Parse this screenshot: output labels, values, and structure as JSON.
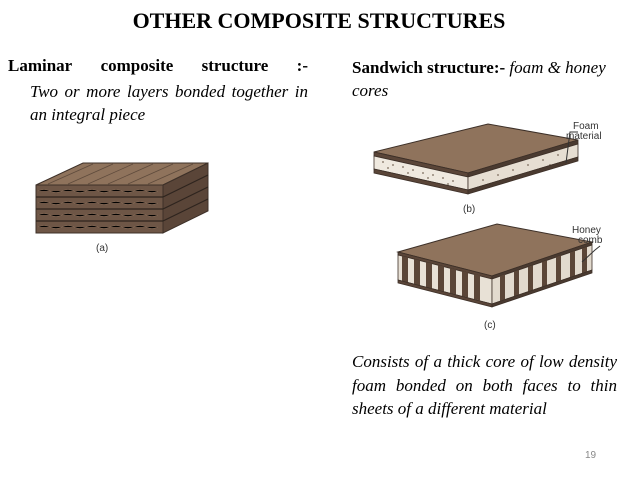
{
  "slide": {
    "title": "OTHER COMPOSITE STRUCTURES",
    "page_number": "19"
  },
  "left": {
    "heading_words": [
      "Laminar",
      "composite",
      "structure",
      ":-"
    ],
    "description": "Two or more layers bonded together in an integral piece",
    "figure_caption": "(a)"
  },
  "right": {
    "heading_bold": "Sandwich structure:-",
    "heading_italic": " foam & honey cores",
    "figure_b": {
      "label_lines": [
        "Foam",
        "material"
      ],
      "caption": "(b)"
    },
    "figure_c": {
      "label_lines": [
        "Honey",
        "comb"
      ],
      "caption": "(c)"
    },
    "description": "Consists of a thick core of low density foam bonded on both faces to thin sheets of a different material"
  },
  "colors": {
    "panel_top": "#9a7f66",
    "panel_side": "#6e5646",
    "panel_dark": "#4a3a30",
    "foam": "#efe9df",
    "comb": "#5b4638"
  }
}
